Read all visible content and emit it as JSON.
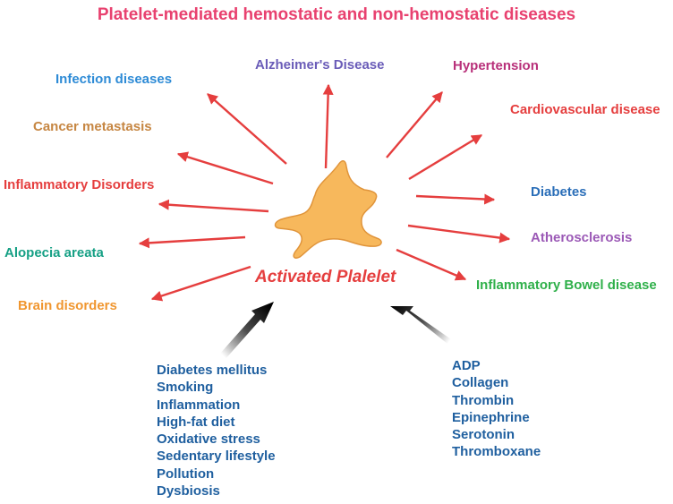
{
  "title": {
    "text": "Platelet-mediated hemostatic and non-hemostatic diseases",
    "color": "#e8416f"
  },
  "center": {
    "text": "Activated Plalelet"
  },
  "diseases": [
    {
      "text": "Infection diseases",
      "color": "#2e8bd6"
    },
    {
      "text": "Alzheimer's Disease",
      "color": "#6a5cb8"
    },
    {
      "text": "Hypertension",
      "color": "#b8307a"
    },
    {
      "text": "Cancer metastasis",
      "color": "#c68642"
    },
    {
      "text": "Cardiovascular disease",
      "color": "#e53e3e"
    },
    {
      "text": "Inflammatory Disorders",
      "color": "#e53e3e"
    },
    {
      "text": "Diabetes",
      "color": "#2a6eb8"
    },
    {
      "text": "Atherosclerosis",
      "color": "#9b59b6"
    },
    {
      "text": "Alopecia areata",
      "color": "#16a085"
    },
    {
      "text": "Inflammatory Bowel disease",
      "color": "#2fb04a"
    },
    {
      "text": "Brain disorders",
      "color": "#f0962f"
    }
  ],
  "risk_factors": [
    "Diabetes mellitus",
    "Smoking",
    "Inflammation",
    "High-fat diet",
    "Oxidative stress",
    "Sedentary lifestyle",
    "Pollution",
    "Dysbiosis"
  ],
  "agonists": [
    "ADP",
    "Collagen",
    "Thrombin",
    "Epinephrine",
    "Serotonin",
    "Thromboxane"
  ],
  "list_color": "#1f5f9f",
  "arrow_color": "#e53e3e",
  "platelet_color": "#f7b85c"
}
